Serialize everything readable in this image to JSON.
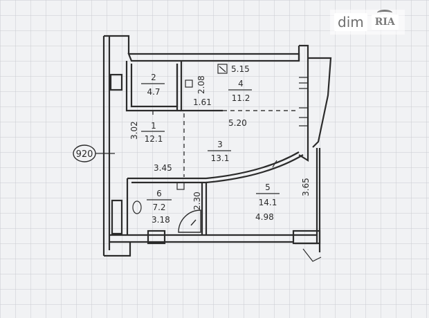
{
  "watermark": {
    "dim": "dim",
    "ria": "RIA"
  },
  "plan": {
    "wall_color": "#2b2b2b",
    "paper_color": "#f1f2f4",
    "grid_color": "#c9cbd0",
    "label_920": "920",
    "rooms": [
      {
        "number": "2",
        "area": "4.7"
      },
      {
        "number": "4",
        "area": "11.2"
      },
      {
        "number": "1",
        "area": "12.1"
      },
      {
        "number": "3",
        "area": "13.1"
      },
      {
        "number": "6",
        "area": "7.2"
      },
      {
        "number": "5",
        "area": "14.1"
      }
    ],
    "dimensions": {
      "d515": "5.15",
      "d208": "2.08",
      "d161": "1.61",
      "d302": "3.02",
      "d520": "5.20",
      "d345": "3.45",
      "d230": "2.30",
      "d318": "3.18",
      "d498": "4.98",
      "d365": "3.65"
    }
  }
}
